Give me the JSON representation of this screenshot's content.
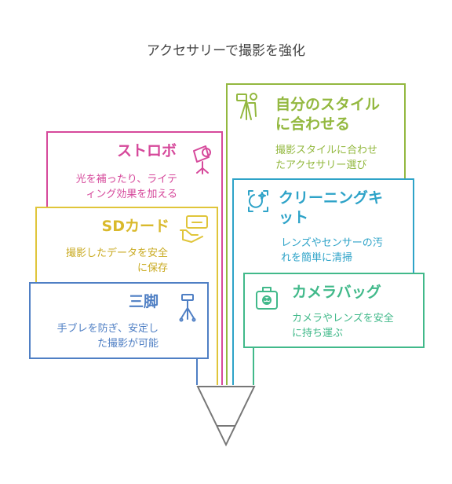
{
  "title": "アクセサリーで撮影を強化",
  "colors": {
    "pink": "#d6499b",
    "yellow": "#e0c53a",
    "blue": "#4f7fc4",
    "lime": "#93b83f",
    "cyan": "#2ea3c8",
    "green": "#41b98a",
    "funnel": "#777777"
  },
  "items": [
    {
      "id": "strobe",
      "heading": "ストロボ",
      "body": [
        "光を補ったり、ライテ",
        "ィング効果を加える"
      ],
      "icon": "spotlight-icon",
      "color": "pink"
    },
    {
      "id": "sdcard",
      "heading": "SDカード",
      "body": [
        "撮影したデータを安全",
        "に保存"
      ],
      "icon": "hand-card-icon",
      "color": "yellow"
    },
    {
      "id": "tripod",
      "heading": "三脚",
      "body": [
        "手ブレを防ぎ、安定し",
        "た撮影が可能"
      ],
      "icon": "tripod-icon",
      "color": "blue"
    },
    {
      "id": "style",
      "heading": [
        "自分のスタイル",
        "に合わせる"
      ],
      "body": [
        "撮影スタイルに合わせ",
        "たアクセサリー選び"
      ],
      "icon": "photographer-icon",
      "color": "lime"
    },
    {
      "id": "cleaning",
      "heading": [
        "クリーニングキ",
        "ット"
      ],
      "body": [
        "レンズやセンサーの汚",
        "れを簡単に清掃"
      ],
      "icon": "sparkle-icon",
      "color": "cyan"
    },
    {
      "id": "bag",
      "heading": "カメラバッグ",
      "body": [
        "カメラやレンズを安全",
        "に持ち運ぶ"
      ],
      "icon": "bag-icon",
      "color": "green"
    }
  ]
}
